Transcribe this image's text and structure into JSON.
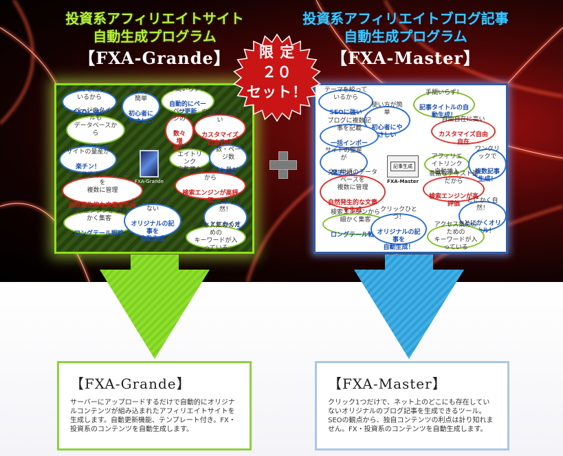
{
  "left": {
    "heading_line1": "投資系アフィリエイトサイト",
    "heading_line2": "自動生成プログラム",
    "heading_name": "【FXA-Grande】",
    "panel_caption": "FXA-Grande",
    "bubbles": [
      {
        "text": "テーマを絞っているから",
        "em": "SEOに強い"
      },
      {
        "text": "使い方が簡単",
        "em": "初心者にやさしい"
      },
      {
        "text": "手間いらず！",
        "em": "自動的にページ更新"
      },
      {
        "text": "ページのタイトルも\nデータベースから",
        "em": "自動生成"
      },
      {
        "text": "ページの",
        "em": "数々増幅！"
      },
      {
        "text": "自由自在に高い",
        "em": "カスタマイズ自由自在"
      },
      {
        "text": "サイトの量産が",
        "em": "楽チン！"
      },
      {
        "text": "アフィリエイトリンク\n自動挿入",
        "em": ""
      },
      {
        "text": "サイト数・ページ数",
        "em": "無制限！"
      },
      {
        "text": "文と単語のデータベースを\n複数に管理",
        "em": "自然発生的な文章を生成"
      },
      {
        "text": "豊富なテキスト量だから",
        "em": "検索エンジンが高評価"
      },
      {
        "text": "とにかく自然！",
        "em": "とにかくオリジナル！"
      },
      {
        "text": "検索エンジンから細かく集客",
        "em": "ロングテール戦略"
      },
      {
        "text": "どこにも存在しない",
        "em": "オリジナルの記事を\n自動生成"
      },
      {
        "text": "アクセス集めのための\nキーワードが入っている",
        "em": ""
      }
    ],
    "box_title": "【FXA-Grande】",
    "box_desc": "サーバーにアップロードするだけで自動的にオリジナルコンテンツが組み込まれたアフィリエイトサイトを生成します。自動更新機能、テンプレート付き。FX・投資系のコンテンツを自動生成します。"
  },
  "right": {
    "heading_line1": "投資系アフィリエイトブログ記事",
    "heading_line2": "自動生成プログラム",
    "heading_name": "【FXA-Master】",
    "panel_caption": "FXA-Master",
    "panel_button": "記事生成",
    "bubbles": [
      {
        "text": "テーマを絞っているから",
        "em": "SEOに強い"
      },
      {
        "text": "使い方が簡単",
        "em": "初心者にやさしい"
      },
      {
        "text": "手間いらず！",
        "em": "記事タイトルの自動生成！"
      },
      {
        "text": "ブログに複数記事を記載",
        "em": "一括インポート！"
      },
      {
        "text": "自由自在に高い",
        "em": "カスタマイズ自由自在"
      },
      {
        "text": "サイトの量産が",
        "em": "楽チン！"
      },
      {
        "text": "アフィリエイトリンク\n自動挿入",
        "em": ""
      },
      {
        "text": "ワンクリックで",
        "em": "複数記事生成！"
      },
      {
        "text": "文と単語のデータベースを\n複数に管理",
        "em": "自然発生的な文章を生成"
      },
      {
        "text": "豊富なテキスト量だから",
        "em": "検索エンジンが高評価"
      },
      {
        "text": "検索エンジンから細かく集客",
        "em": "ロングテール戦略"
      },
      {
        "text": "クリックひとつ！",
        "em": "オリジナルの記事を\n自動生成！"
      },
      {
        "text": "とにかく自然！",
        "em": "とにかくオリジナル！"
      },
      {
        "text": "アクセス集めのための\nキーワードが入っている",
        "em": ""
      }
    ],
    "box_title": "【FXA-Master】",
    "box_desc": "クリック1つだけで、ネット上のどこにも存在していないオリジナルのブログ記事を生成できるツール。SEOの観点から、独自コンテンツの利点は計り知れません。FX・投資系のコンテンツを自動生成します。"
  },
  "badge": {
    "line1": "限 定",
    "line2": "２０",
    "line3": "セット！"
  },
  "colors": {
    "green": "#8ee21a",
    "blue": "#3ec8ff",
    "badge_red": "#c91515"
  }
}
